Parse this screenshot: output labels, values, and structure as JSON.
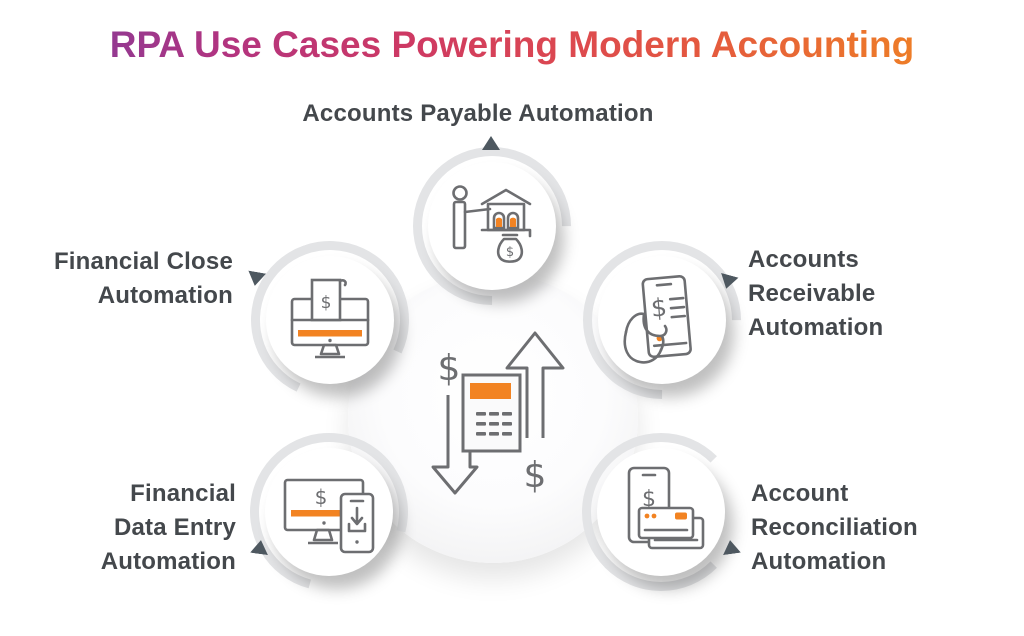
{
  "title": {
    "text": "RPA Use Cases Powering Modern Accounting"
  },
  "currency": "$",
  "nodes": [
    {
      "id": "accounts-payable",
      "position": "top",
      "label": "Accounts Payable Automation",
      "lines": [
        "Accounts Payable Automation"
      ],
      "icon": "bank-payment-icon"
    },
    {
      "id": "accounts-receivable",
      "position": "right-top",
      "label": "Accounts Receivable Automation",
      "lines": [
        "Accounts",
        "Receivable",
        "Automation"
      ],
      "icon": "hand-phone-invoice-icon"
    },
    {
      "id": "account-reconciliation",
      "position": "right-bottom",
      "label": "Account Reconciliation Automation",
      "lines": [
        "Account",
        "Reconciliation",
        "Automation"
      ],
      "icon": "phone-credit-cards-icon"
    },
    {
      "id": "financial-data-entry",
      "position": "left-bottom",
      "label": "Financial Data Entry Automation",
      "lines": [
        "Financial",
        "Data Entry",
        "Automation"
      ],
      "icon": "monitor-phone-download-icon"
    },
    {
      "id": "financial-close",
      "position": "left-top",
      "label": "Financial Close Automation",
      "lines": [
        "Financial Close",
        "Automation"
      ],
      "icon": "monitor-receipt-icon"
    }
  ],
  "center": {
    "icon": "calculator-cash-flow-icon"
  },
  "colors": {
    "accent_orange": "#F28322",
    "icon_stroke": "#6D6E71",
    "label_text": "#44484C",
    "pointer_triangle": "#4E5860",
    "ring_gray": "#E3E4E6",
    "title_gradient": [
      "#8A3B96",
      "#B23480",
      "#CE3963",
      "#DC4850",
      "#E4583F",
      "#EE7E27"
    ]
  }
}
